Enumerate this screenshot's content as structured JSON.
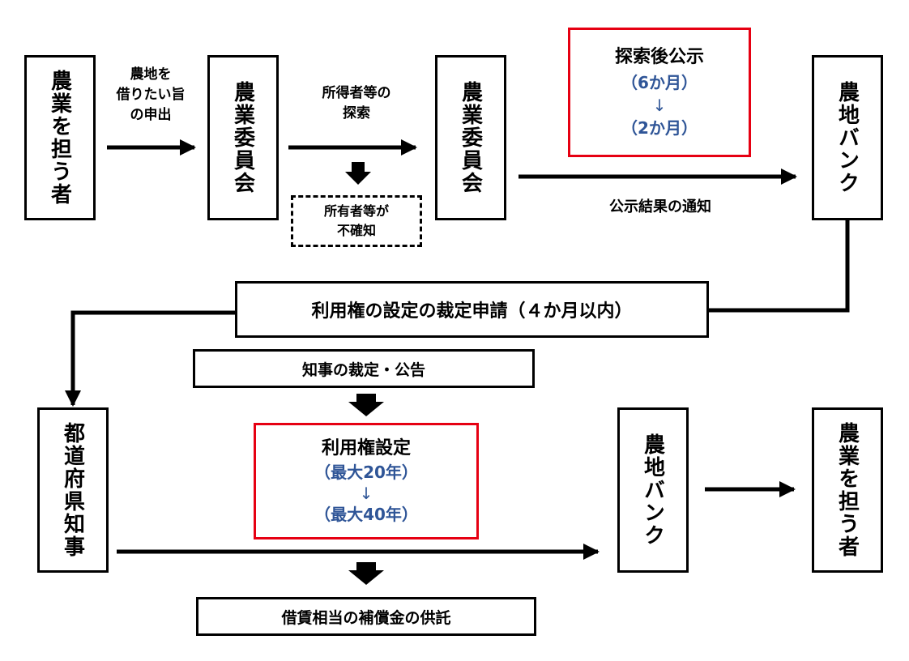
{
  "nodes": {
    "farmer_left": "農業を担う者",
    "committee1": "農業委員会",
    "committee2": "農業委員会",
    "bank_top": "農地バンク",
    "governor": "都道府県知事",
    "bank_bottom": "農地バンク",
    "farmer_right": "農業を担う者"
  },
  "labels": {
    "request": [
      "農地を",
      "借りたい旨",
      "の申出"
    ],
    "search": [
      "所得者等の",
      "探索"
    ],
    "unknown": [
      "所有者等が",
      "不確知"
    ],
    "notify": "公示結果の通知"
  },
  "notice_box": {
    "title": "探索後公示",
    "before": "（6か月）",
    "arrow": "↓",
    "after": "（2か月）"
  },
  "application": "利用権の設定の裁定申請（４か月以内）",
  "decision": "知事の裁定・公告",
  "right_box": {
    "title": "利用権設定",
    "before": "（最大20年）",
    "arrow": "↓",
    "after": "（最大40年）"
  },
  "deposit": "借賃相当の補償金の供託",
  "colors": {
    "highlight_border": "#e60012",
    "blue_text": "#2f5597"
  }
}
